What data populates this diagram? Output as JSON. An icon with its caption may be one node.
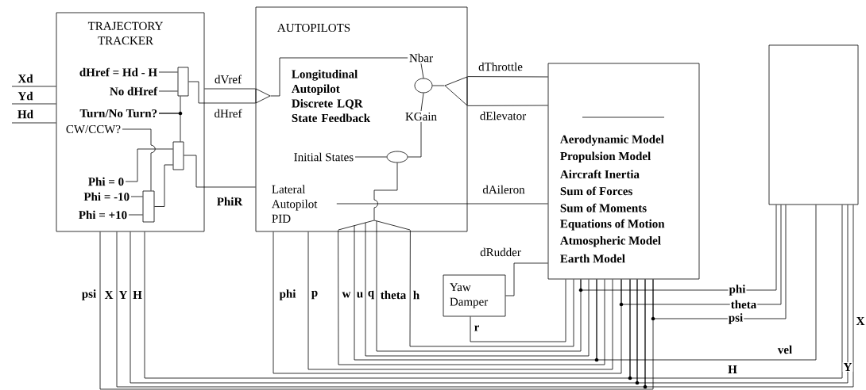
{
  "diagram": {
    "nodes": [
      {
        "text": [
          "TRAJECTORY TRACKER"
        ]
      },
      {
        "text": [
          "dHref = Hd - H"
        ],
        "in": 0
      },
      {
        "text": [
          "No dHref"
        ],
        "in": 0
      },
      {
        "text": [
          "Turn/No Turn?"
        ],
        "in": 0
      },
      {
        "text": [
          "CW/CCW?"
        ],
        "in": 0
      },
      {
        "text": [
          "Phi = 0"
        ],
        "in": 0
      },
      {
        "text": [
          "Phi = -10"
        ],
        "in": 0
      },
      {
        "text": [
          "Phi = +10"
        ],
        "in": 0
      },
      {
        "text": [],
        "shape": "box",
        "in": 0
      },
      {
        "text": [],
        "shape": "box",
        "in": 0
      },
      {
        "text": [],
        "shape": "box",
        "in": 0
      },
      {
        "text": [
          "AUTOPILOTS",
          "Longitudinal Autopilot Discrete LQR State Feedback"
        ]
      },
      {
        "text": [],
        "shape": "triangle",
        "in": 11
      },
      {
        "text": [
          "Nbar"
        ],
        "in": 11
      },
      {
        "text": [],
        "shape": "circle",
        "in": 11
      },
      {
        "text": [
          "KGain"
        ],
        "in": 11
      },
      {
        "text": [
          "Initial States"
        ],
        "in": 11
      },
      {
        "text": [],
        "shape": "circle",
        "in": 11
      },
      {
        "text": [
          "Lateral Autopilot PID"
        ],
        "in": 11
      },
      {
        "text": [],
        "shape": "triangle",
        "in": 11
      },
      {
        "text": [],
        "shape": "triangle",
        "in": 11
      },
      {
        "text": [
          "Aerodynamic Model",
          "Propulsion Model",
          "Aircraft Inertia",
          "Sum of Forces",
          "Sum of Moments",
          "Equations of Motion",
          "Atmospheric Model",
          "Earth Model"
        ]
      },
      {
        "text": [
          "Yaw Damper"
        ]
      },
      {
        "text": [],
        "shape": "box"
      }
    ],
    "edges": [
      {
        "from": null,
        "to": 0,
        "arrow": "none",
        "label": "Xd"
      },
      {
        "from": null,
        "to": 0,
        "arrow": "none",
        "label": "Yd"
      },
      {
        "from": null,
        "to": 0,
        "arrow": "none",
        "label": "Hd"
      },
      {
        "from": 1,
        "to": 8,
        "arrow": "none"
      },
      {
        "from": 2,
        "to": 8,
        "arrow": "none"
      },
      {
        "from": 3,
        "to": 8,
        "arrow": "none"
      },
      {
        "from": 3,
        "to": 9,
        "arrow": "none"
      },
      {
        "from": 4,
        "to": 10,
        "arrow": "none"
      },
      {
        "from": 5,
        "to": 9,
        "arrow": "none"
      },
      {
        "from": 6,
        "to": 10,
        "arrow": "none"
      },
      {
        "from": 7,
        "to": 10,
        "arrow": "none"
      },
      {
        "from": 10,
        "to": 9,
        "arrow": "none"
      },
      {
        "from": 0,
        "to": 12,
        "arrow": "none",
        "label": "dVref"
      },
      {
        "from": 8,
        "to": 12,
        "arrow": "none",
        "label": "dHref"
      },
      {
        "from": 9,
        "to": 11,
        "arrow": "none",
        "label": "PhiR"
      },
      {
        "from": 12,
        "to": 13,
        "arrow": "none"
      },
      {
        "from": 13,
        "to": 14,
        "arrow": "none"
      },
      {
        "from": 15,
        "to": 14,
        "arrow": "none"
      },
      {
        "from": 14,
        "to": 20,
        "arrow": "none"
      },
      {
        "from": 20,
        "to": 21,
        "arrow": "none",
        "label": "dThrottle"
      },
      {
        "from": 20,
        "to": 21,
        "arrow": "none",
        "label": "dElevator"
      },
      {
        "from": 16,
        "to": 17,
        "arrow": "none"
      },
      {
        "from": 15,
        "to": 17,
        "arrow": "none"
      },
      {
        "from": 19,
        "to": 17,
        "arrow": "none"
      },
      {
        "from": 18,
        "to": 21,
        "arrow": "none",
        "label": "dAileron"
      },
      {
        "from": 21,
        "to": 0,
        "arrow": "none",
        "label": "psi"
      },
      {
        "from": 21,
        "to": 0,
        "arrow": "none",
        "label": "X"
      },
      {
        "from": 21,
        "to": 0,
        "arrow": "none",
        "label": "Y"
      },
      {
        "from": 21,
        "to": 0,
        "arrow": "none",
        "label": "H"
      },
      {
        "from": 21,
        "to": 11,
        "arrow": "none",
        "label": "phi"
      },
      {
        "from": 21,
        "to": 11,
        "arrow": "none",
        "label": "p"
      },
      {
        "from": 21,
        "to": 19,
        "arrow": "none",
        "label": "w"
      },
      {
        "from": 21,
        "to": 19,
        "arrow": "none",
        "label": "u"
      },
      {
        "from": 21,
        "to": 19,
        "arrow": "none",
        "label": "q"
      },
      {
        "from": 21,
        "to": 19,
        "arrow": "none",
        "label": "theta"
      },
      {
        "from": 21,
        "to": 19,
        "arrow": "none",
        "label": "h"
      },
      {
        "from": 21,
        "to": 22,
        "arrow": "none",
        "label": "r"
      },
      {
        "from": 22,
        "to": 21,
        "arrow": "none",
        "label": "dRudder"
      },
      {
        "from": 21,
        "to": 23,
        "arrow": "none",
        "label": "phi"
      },
      {
        "from": 21,
        "to": 23,
        "arrow": "none",
        "label": "theta"
      },
      {
        "from": 21,
        "to": 23,
        "arrow": "none",
        "label": "psi"
      },
      {
        "from": 21,
        "to": 23,
        "arrow": "none",
        "label": "vel"
      },
      {
        "from": 21,
        "to": 23,
        "arrow": "none",
        "label": "H"
      },
      {
        "from": 21,
        "to": 23,
        "arrow": "none",
        "label": "Y"
      },
      {
        "from": 21,
        "to": 23,
        "arrow": "none",
        "label": "X"
      }
    ]
  }
}
